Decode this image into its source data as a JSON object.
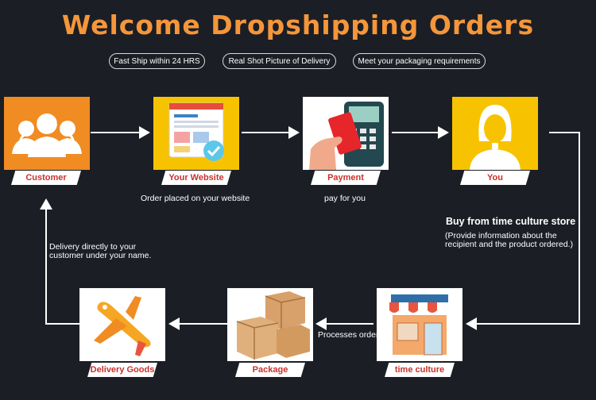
{
  "title": "Welcome Dropshipping Orders",
  "pills": [
    "Fast Ship within 24 HRS",
    "Real Shot Picture of Delivery",
    "Meet your packaging requirements"
  ],
  "steps": {
    "customer": "Customer",
    "your_website": "Your Website",
    "payment": "Payment",
    "you": "You",
    "store": "time culture store",
    "package": "Package",
    "delivery_goods": "Delivery Goods"
  },
  "captions": {
    "order_placed": "Order placed on your website",
    "pay": "pay for you",
    "buy_title": "Buy from time culture store",
    "buy_detail_1": "(Provide information about the",
    "buy_detail_2": "recipient and the product ordered.)",
    "processes": "Processes order",
    "delivery_1": "Delivery directly to your",
    "delivery_2": "customer under your name."
  },
  "colors": {
    "title": "#f5963a",
    "box_orange": "#f08c22",
    "box_yellow": "#f7c300",
    "label_text": "#c9302c",
    "background": "#1b1e25"
  }
}
